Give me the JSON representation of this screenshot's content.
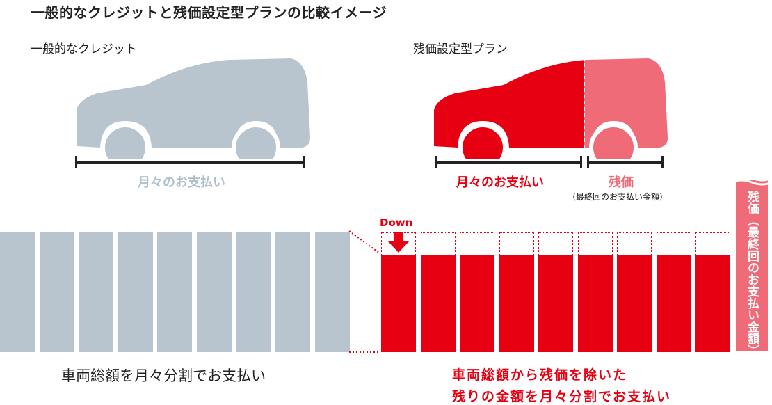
{
  "title": "一般的なクレジットと残価設定型プランの比較イメージ",
  "left": {
    "heading": "一般的なクレジット",
    "bracket_label": "月々のお支払い",
    "caption": "車両総額を月々分割でお支払い"
  },
  "right": {
    "heading": "残価設定型プラン",
    "bracket_label_monthly": "月々のお支払い",
    "bracket_label_residual": "残価",
    "residual_note": "（最終回のお支払い金額）",
    "down_label": "Down",
    "vertical_label": "残価（最終回のお支払い金額）",
    "caption_line1": "車両総額から残価を除いた",
    "caption_line2": "残りの金額を月々分割でお支払い"
  },
  "colors": {
    "gray": "#b8c4ce",
    "red": "#e60012",
    "pink": "#ef6b78"
  },
  "icons": {
    "down_arrow": "down-arrow-icon",
    "car": "car-silhouette-icon"
  }
}
